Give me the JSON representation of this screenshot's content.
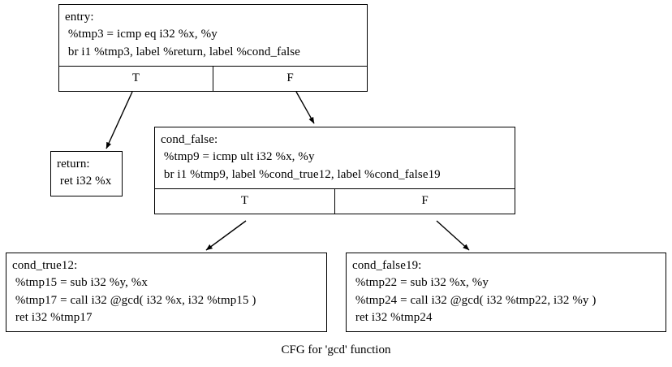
{
  "graph": {
    "caption": "CFG for 'gcd' function",
    "nodes": {
      "entry": {
        "label": "entry:\n %tmp3 = icmp eq i32 %x, %y\n br i1 %tmp3, label %return, label %cond_false",
        "ports": {
          "true": "T",
          "false": "F"
        }
      },
      "return": {
        "label": "return:\n ret i32 %x"
      },
      "cond_false": {
        "label": "cond_false:\n %tmp9 = icmp ult i32 %x, %y\n br i1 %tmp9, label %cond_true12, label %cond_false19",
        "ports": {
          "true": "T",
          "false": "F"
        }
      },
      "cond_true12": {
        "label": "cond_true12:\n %tmp15 = sub i32 %y, %x\n %tmp17 = call i32 @gcd( i32 %x, i32 %tmp15 )\n ret i32 %tmp17"
      },
      "cond_false19": {
        "label": "cond_false19:\n %tmp22 = sub i32 %x, %y\n %tmp24 = call i32 @gcd( i32 %tmp22, i32 %y )\n ret i32 %tmp24"
      }
    },
    "edges": [
      {
        "from": "entry:T",
        "to": "return"
      },
      {
        "from": "entry:F",
        "to": "cond_false"
      },
      {
        "from": "cond_false:T",
        "to": "cond_true12"
      },
      {
        "from": "cond_false:F",
        "to": "cond_false19"
      }
    ],
    "colors": {
      "background": "#ffffff",
      "stroke": "#000000",
      "text": "#000000"
    }
  }
}
